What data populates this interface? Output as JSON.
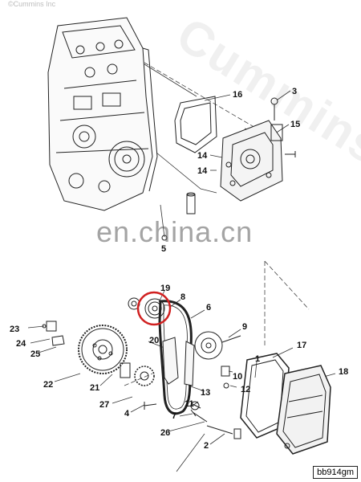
{
  "copyright": "©Cummins Inc",
  "watermark_brand": "Cummins",
  "watermark_site": "en.china.cn",
  "diagram_code": "bb914gm",
  "highlight_color": "#d02020",
  "callouts": [
    "16",
    "3",
    "15",
    "14",
    "14",
    "5",
    "19",
    "8",
    "6",
    "9",
    "23",
    "24",
    "25",
    "20",
    "17",
    "1",
    "18",
    "22",
    "21",
    "10",
    "27",
    "13",
    "11",
    "4",
    "7",
    "26",
    "2",
    "12"
  ]
}
